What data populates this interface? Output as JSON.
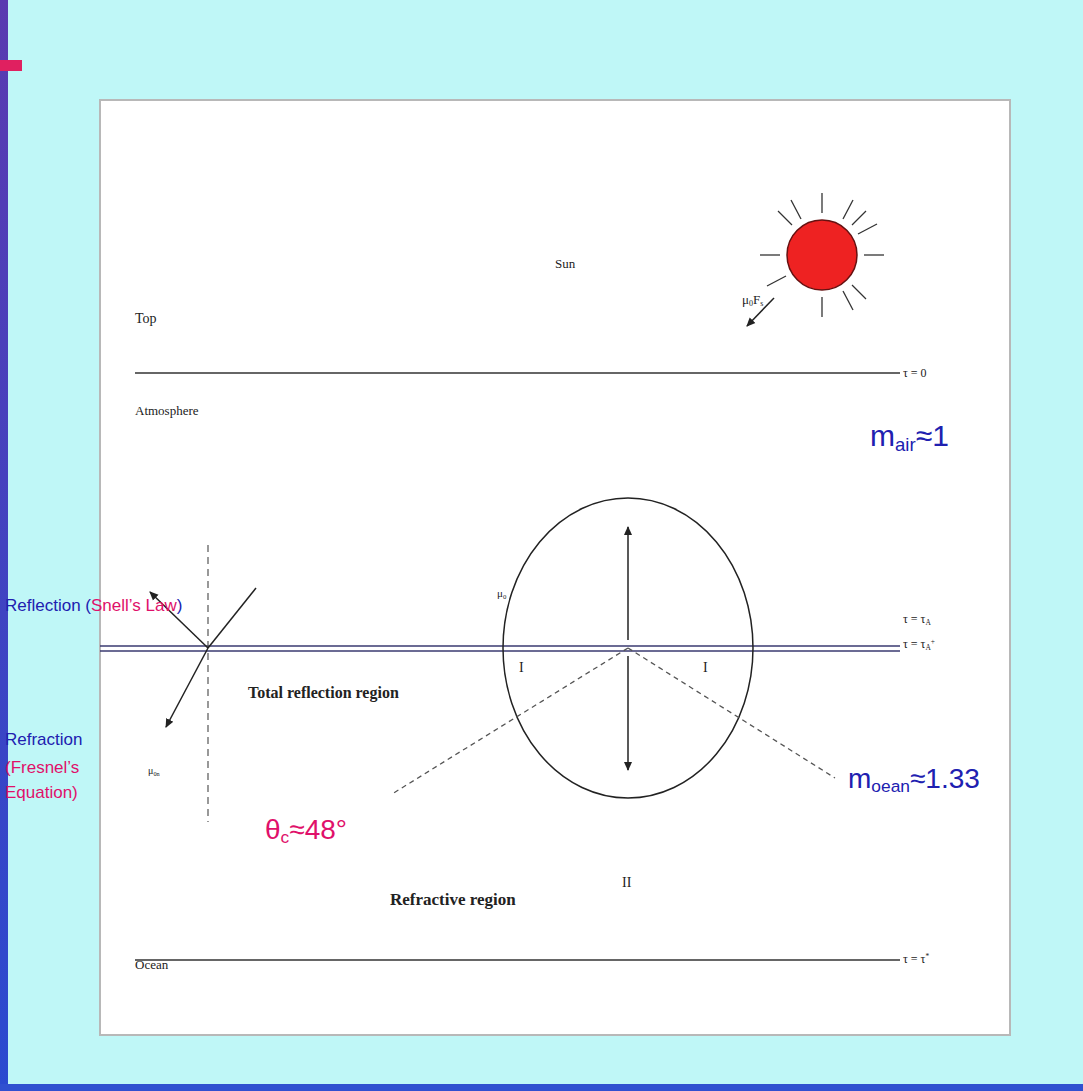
{
  "diagram": {
    "labels": [
      "Sun",
      "μ",
      "0",
      "F",
      "s",
      "Top",
      "τ = 0",
      "Atmosphere",
      "m",
      "air",
      "≈1",
      "Reflection (",
      "Snell’s Law",
      ")",
      "μ",
      "0",
      "τ = τ",
      "A",
      "τ = τ",
      "A",
      "+",
      "I",
      "I",
      "Total reflection region",
      "Refraction",
      "(Fresnel’s Equation)",
      "μ",
      "0n",
      "θ",
      "c",
      "≈48°",
      "m",
      "oean",
      "≈1.33",
      "II",
      "Refractive region",
      "Ocean",
      "τ = τ",
      "*"
    ]
  }
}
